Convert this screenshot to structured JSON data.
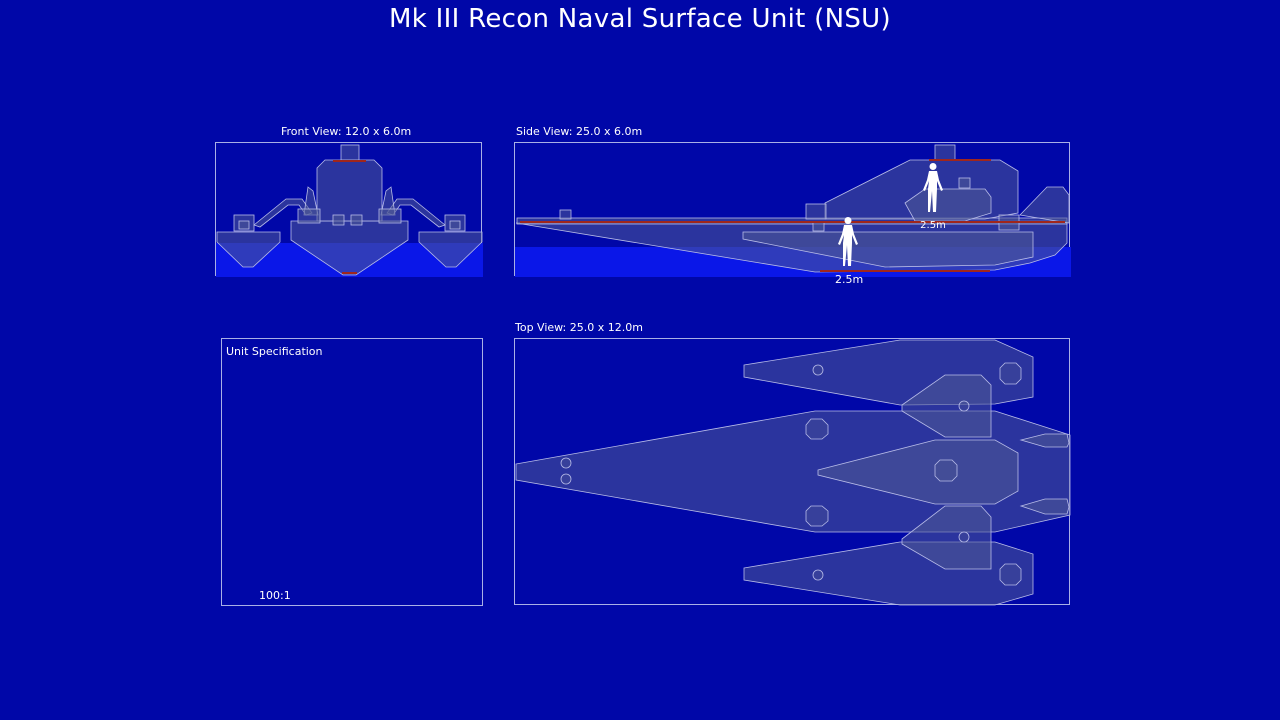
{
  "title": "Mk III Recon Naval Surface Unit (NSU)",
  "views": {
    "front": {
      "label": "Front View: 12.0 x 6.0m"
    },
    "side": {
      "label": "Side View: 25.0 x 6.0m",
      "human_labels": [
        "2.5m",
        "2.5m"
      ]
    },
    "top": {
      "label": "Top View: 25.0 x 12.0m"
    }
  },
  "spec": {
    "title": "Unit Specification",
    "scale": "100:1"
  },
  "colors": {
    "background": "#0007a8",
    "hull": "#25307f",
    "outline": "#b8bce8",
    "water": "#0a17e8",
    "accent_red": "#a0261c",
    "human": "#ffffff"
  }
}
